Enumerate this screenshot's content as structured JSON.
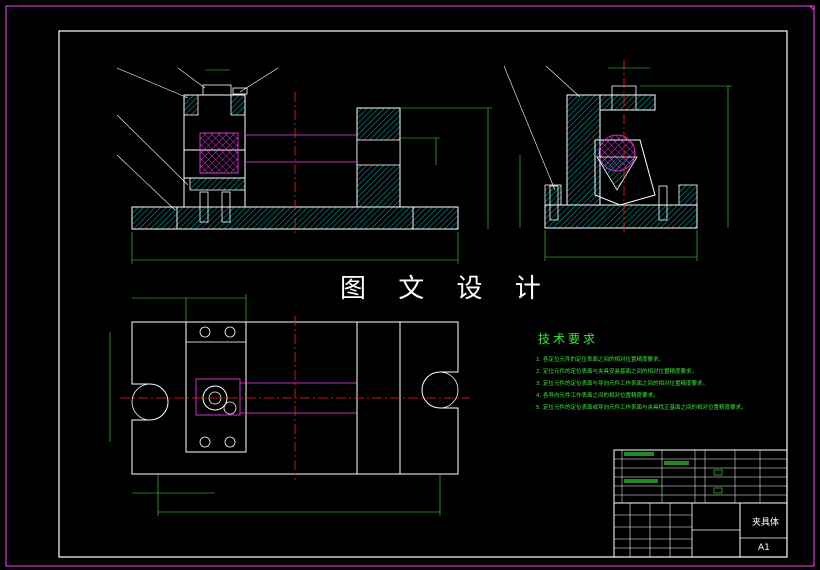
{
  "drawing": {
    "watermark": "图 文 设 计",
    "technical_requirements": {
      "title": "技术要求",
      "items": [
        "1. 各定位元件的定位表面之间的相对位置精度要求。",
        "2. 定位元件的定位表面与夹具安装基面之间的相对位置精度要求。",
        "3. 定位元件的定位表面与导向元件工作表面之间的相对位置精度要求。",
        "4. 各导向元件工作表面之间的相对位置精度要求。",
        "5. 定位元件的定位表面或导向元件工作表面与夹具找正基面之间的相对位置精度要求。"
      ]
    },
    "title_block": {
      "name": "夹具体",
      "sheet_size": "A1"
    },
    "colors": {
      "background": "#000000",
      "outline": "#ffffff",
      "dimension": "#39e639",
      "centerline": "#ff2020",
      "section": "#ff3cff",
      "hatch": "#00e5e5",
      "frame": "#ffffff"
    }
  }
}
